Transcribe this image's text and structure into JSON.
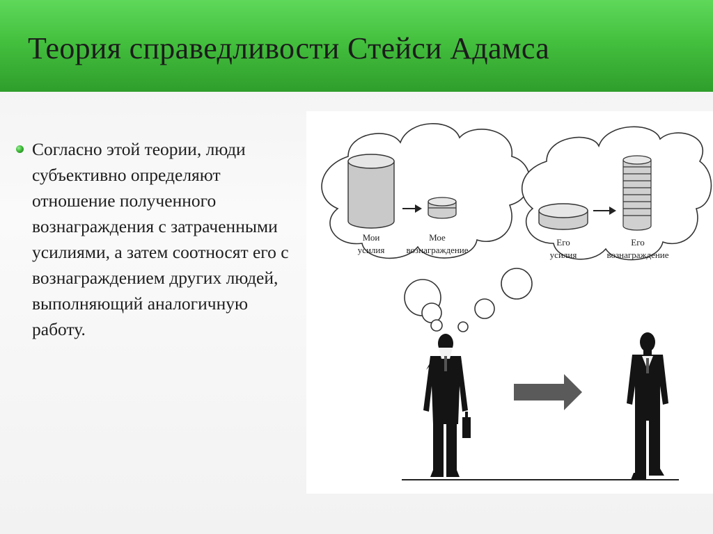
{
  "slide": {
    "title": "Теория справедливости Стейси Адамса",
    "bullet_text": "Согласно этой теории, люди субъективно определяют отношение полученного вознаграждения с затраченными усилиями, а затем соотносят его с вознаграждением других людей, выполняющий аналогичную работу."
  },
  "figure": {
    "left_cloud": {
      "effort_label_line1": "Мои",
      "effort_label_line2": "усилия",
      "reward_label_line1": "Мое",
      "reward_label_line2": "вознаграждение"
    },
    "right_cloud": {
      "effort_label_line1": "Его",
      "effort_label_line2": "усилия",
      "reward_label_line1": "Его",
      "reward_label_line2": "вознаграждение"
    }
  },
  "colors": {
    "header_green": "#44c03e",
    "bullet_green": "#3cbb36",
    "arrow_gray": "#5a5a5a"
  }
}
